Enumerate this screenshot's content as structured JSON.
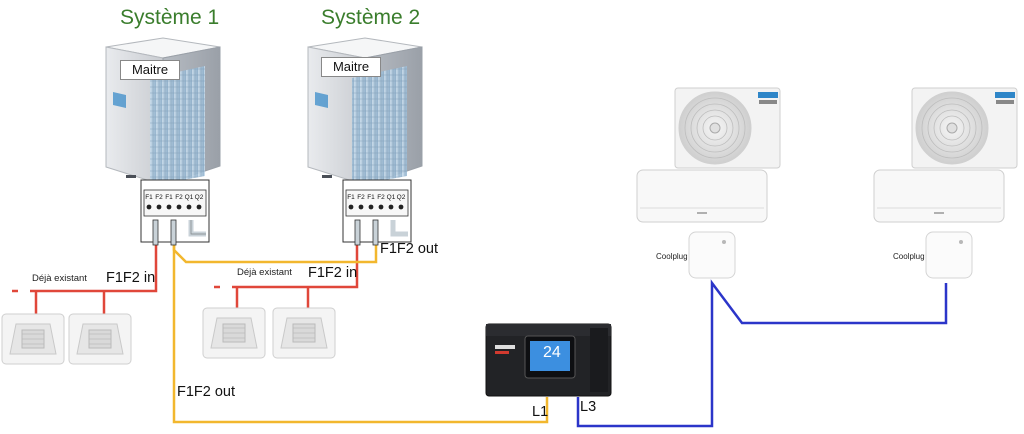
{
  "systems": [
    {
      "title": "Système 1",
      "badge": "Maitre"
    },
    {
      "title": "Système 2",
      "badge": "Maitre"
    }
  ],
  "terminal_labels": [
    "F1",
    "F2",
    "F1",
    "F2",
    "Q1",
    "Q2"
  ],
  "labels": {
    "existing_1": "Déjà existant",
    "existing_2": "Déjà existant",
    "f1f2_in_1": "F1F2 in",
    "f1f2_in_2": "F1F2 in",
    "f1f2_out_top": "F1F2 out",
    "f1f2_out_bottom": "F1F2 out",
    "l1": "L1",
    "l3": "L3",
    "coolplug_1": "Coolplug",
    "coolplug_2": "Coolplug"
  },
  "controller": {
    "screen_value": "24"
  },
  "colors": {
    "system_title": "#3a7d2c",
    "wire_red": "#e0473a",
    "wire_yellow": "#f2b72e",
    "wire_blue": "#2b35c9",
    "unit_body": "#eef0f2",
    "grille": "#a9c3d9",
    "brand_blue": "#2f86c8"
  }
}
